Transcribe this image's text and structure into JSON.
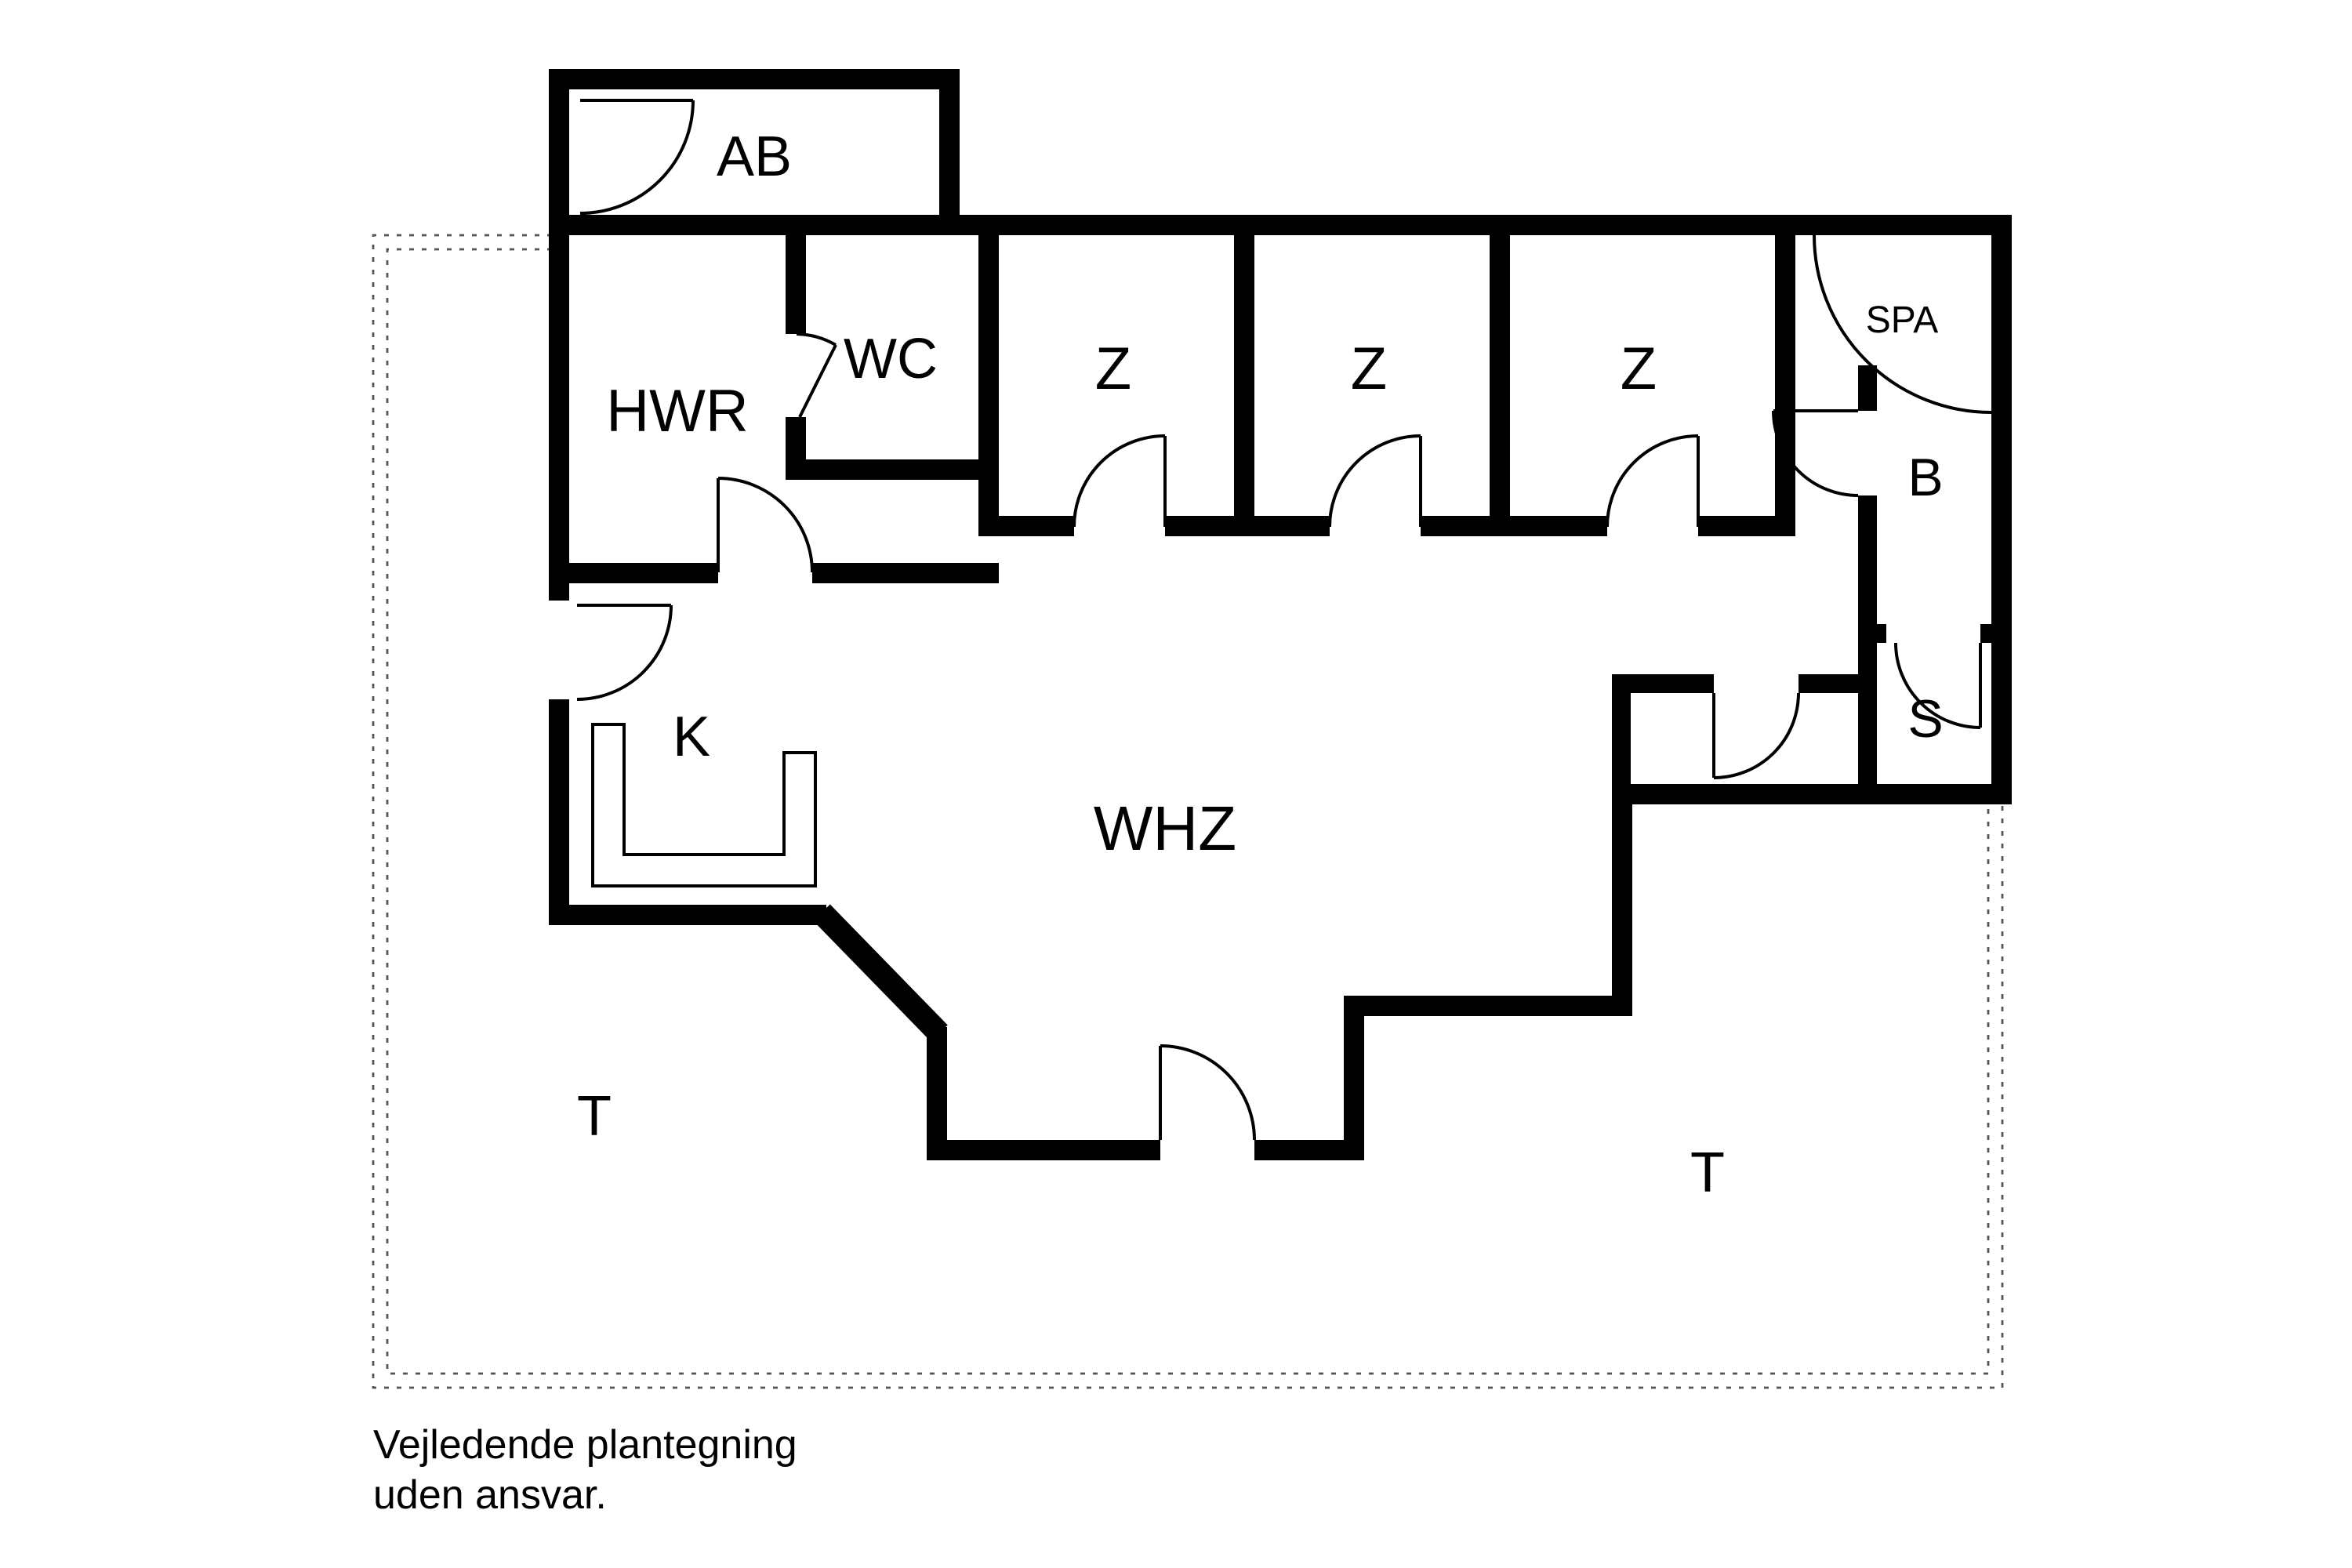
{
  "colors": {
    "wall": "#000000",
    "background": "#ffffff",
    "text": "#000000",
    "terrace_line": "#555555"
  },
  "rooms": {
    "ab": "AB",
    "hwr": "HWR",
    "wc": "WC",
    "z1": "Z",
    "z2": "Z",
    "z3": "Z",
    "spa": "SPA",
    "b": "B",
    "s": "S",
    "k": "K",
    "whz": "WHZ",
    "t_left": "T",
    "t_right": "T"
  },
  "footer": {
    "line1": "Vejledende plantegning",
    "line2": "uden ansvar."
  }
}
